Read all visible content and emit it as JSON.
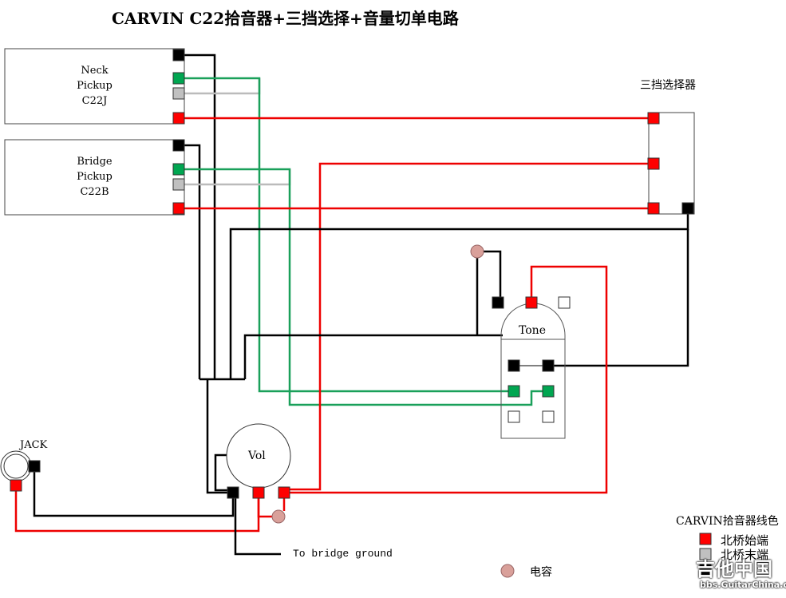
{
  "title": "CARVIN C22拾音器+三挡选择+音量切单电路",
  "neck_pickup": {
    "line1": "Neck",
    "line2": "Pickup",
    "line3": "C22J"
  },
  "bridge_pickup": {
    "line1": "Bridge",
    "line2": "Pickup",
    "line3": "C22B"
  },
  "selector_label": "三挡选择器",
  "tone_label": "Tone",
  "vol_label": "Vol",
  "jack_label": "JACK",
  "ground_label": "To bridge ground",
  "capacitor_legend": "电容",
  "legend": {
    "title": "CARVIN拾音器线色",
    "items": [
      {
        "label": "北桥始端",
        "color": "#ff0000"
      },
      {
        "label": "北桥末端",
        "color": "#c0c0c0"
      },
      {
        "label": "",
        "color": "#000000"
      }
    ]
  },
  "watermark": {
    "line1": "吉他中国",
    "line2": "bbs.GuitarChina.com"
  },
  "colors": {
    "hot": "#ff0000",
    "ground": "#000000",
    "green": "#00a651",
    "gray": "#c0c0c0",
    "capacitor": "#d9a09a"
  }
}
